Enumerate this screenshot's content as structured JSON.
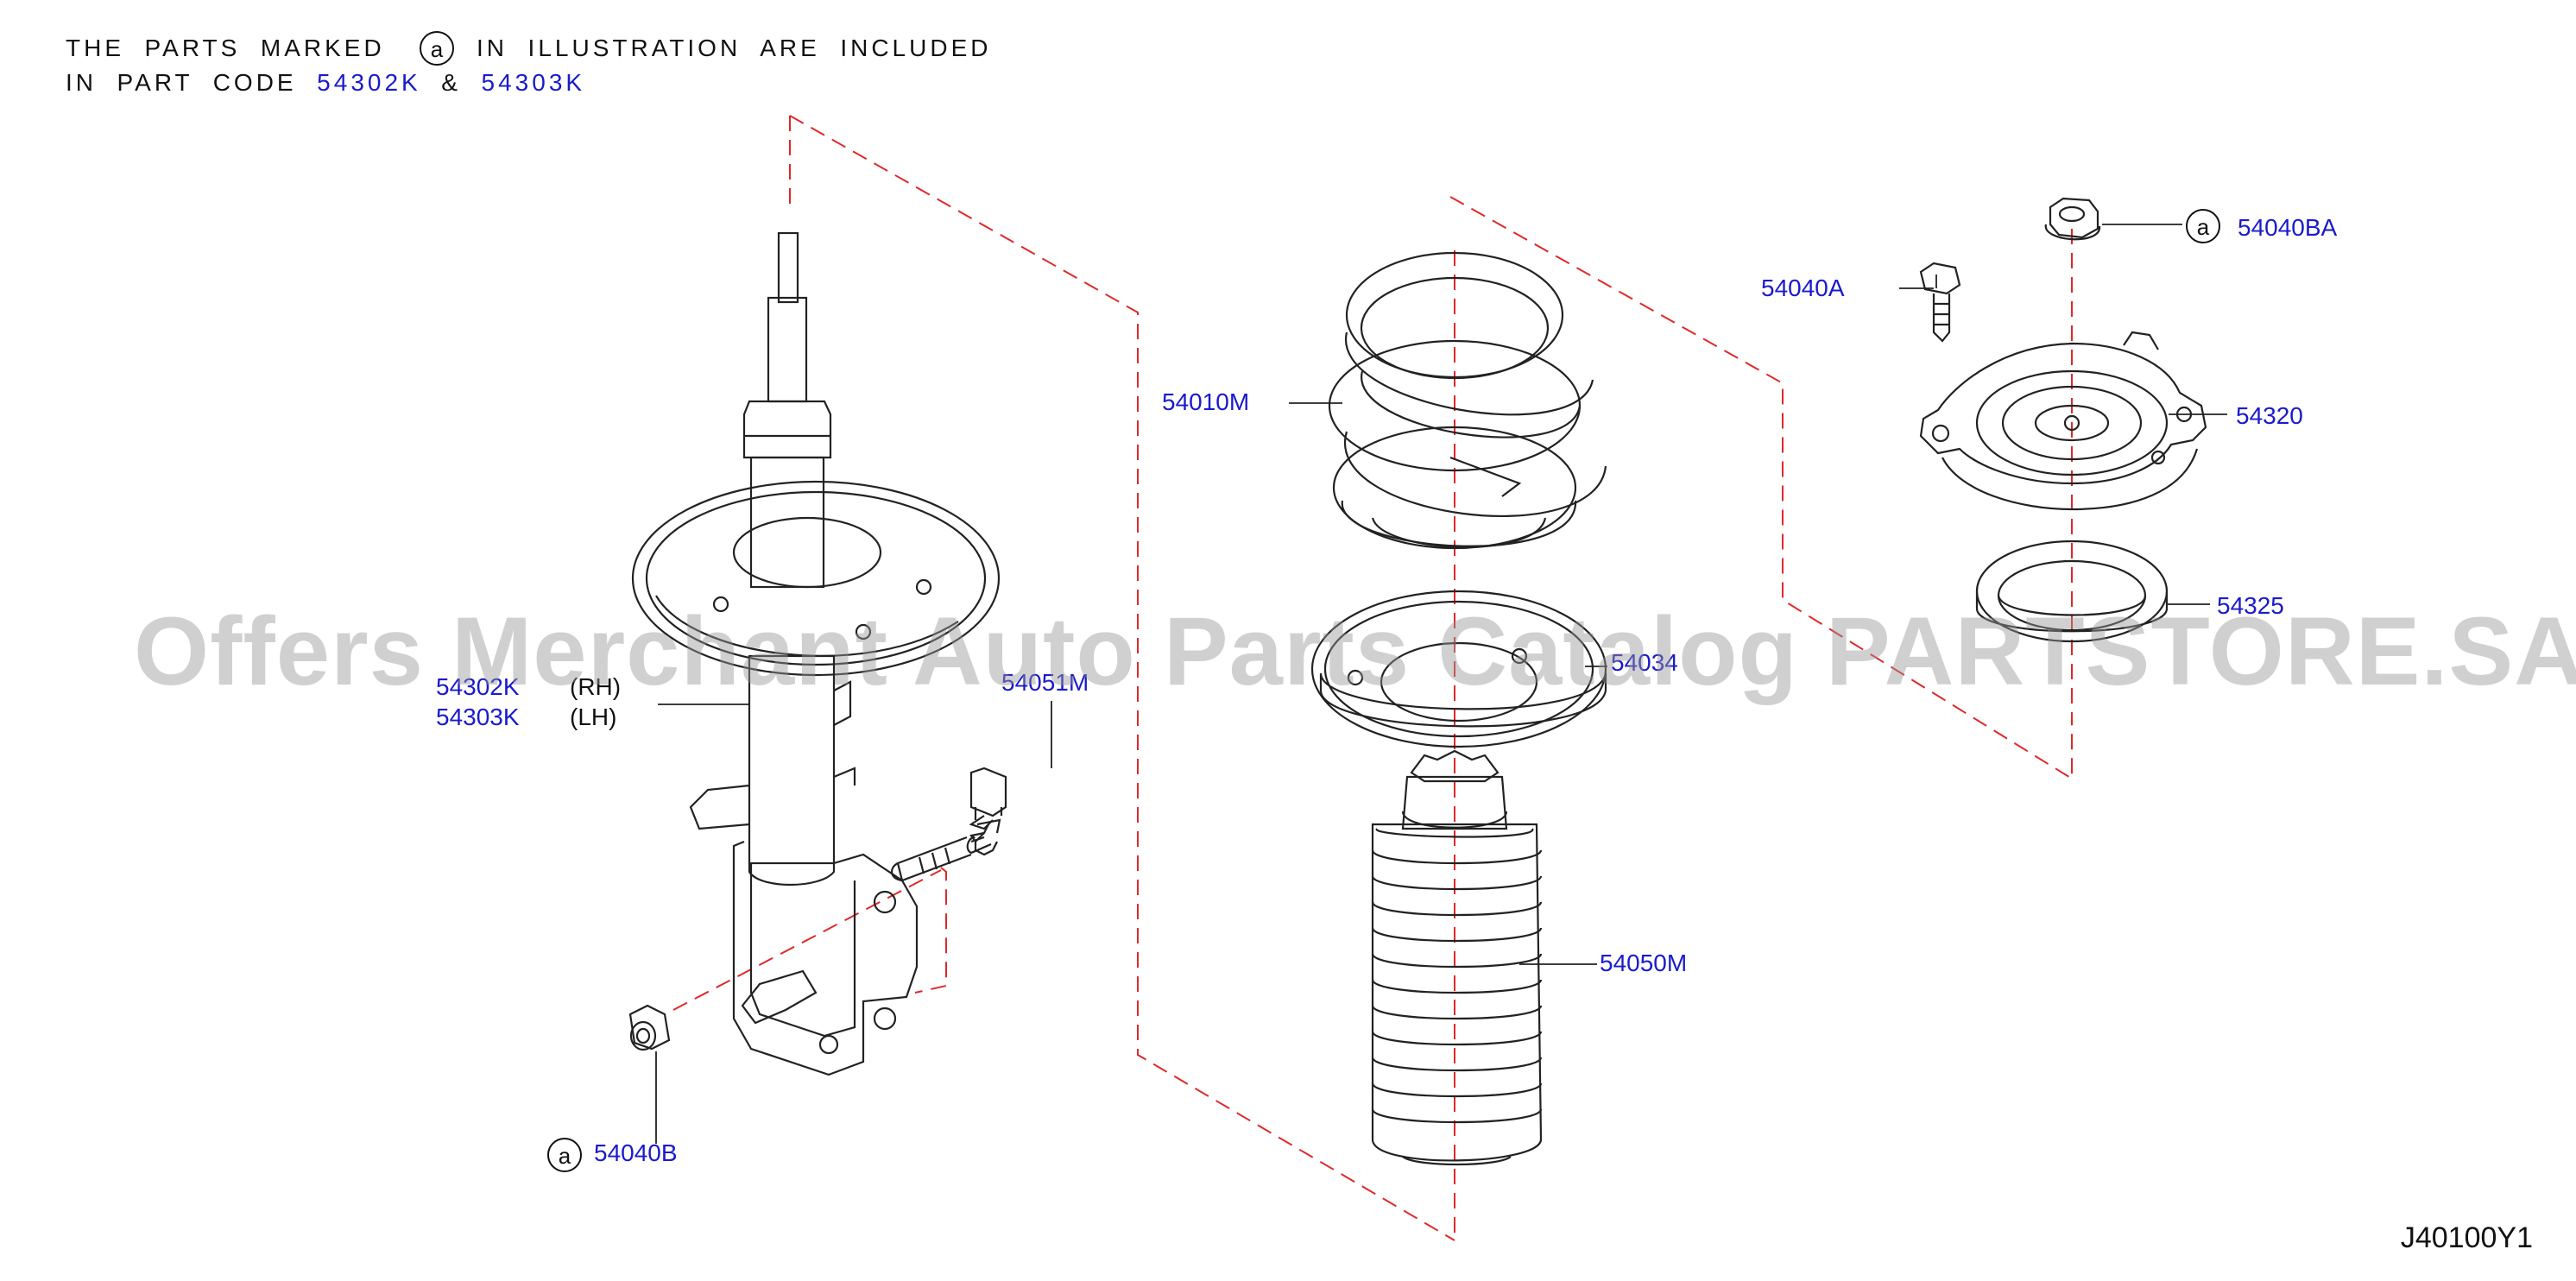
{
  "note": {
    "line1_pre": "THE  PARTS  MARKED",
    "marker": "a",
    "line1_post": "IN  ILLUSTRATION  ARE  INCLUDED",
    "line2_pre": "IN  PART  CODE",
    "code1": "54302K",
    "amp": "&",
    "code2": "54303K"
  },
  "labels": {
    "spring": "54010M",
    "strut_rh": "54302K",
    "strut_rh_side": "(RH)",
    "strut_lh": "54303K",
    "strut_lh_side": "(LH)",
    "bolt": "54051M",
    "nut_bottom": "54040B",
    "seat": "54034",
    "bumper": "54050M",
    "bolt_top": "54040A",
    "nut_top": "54040BA",
    "mount": "54320",
    "bearing": "54325"
  },
  "markers": {
    "nut_top": "a",
    "nut_bottom": "a"
  },
  "watermark": "Offers Merchant Auto Parts Catalog PARTSTORE.SA",
  "figure_id": "J40100Y1",
  "colors": {
    "label": "#1a1acd",
    "line": "#222222",
    "dash": "#e0282a"
  }
}
